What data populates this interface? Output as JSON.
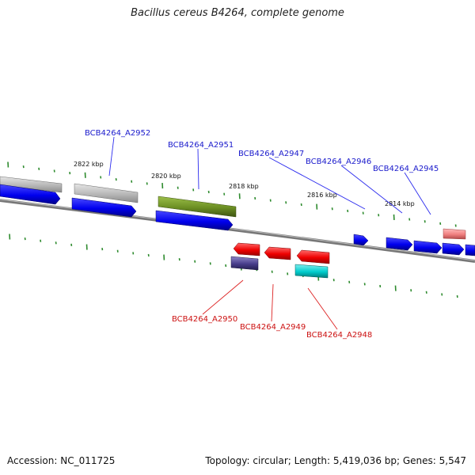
{
  "title": "Bacillus cereus B4264, complete genome",
  "footer": {
    "accession": "Accession: NC_011725",
    "stats": "Topology: circular; Length: 5,419,036 bp; Genes: 5,547"
  },
  "colors": {
    "backbone": "#7a7a7a",
    "tick": "#2e8b2e",
    "forward_label": "#1a1acc",
    "reverse_label": "#cc1111",
    "leader_forward": "#2a2aee",
    "leader_reverse": "#dd2222"
  },
  "position_labels": [
    "2822 kbp",
    "2820 kbp",
    "2818 kbp",
    "2816 kbp",
    "2814 kbp"
  ],
  "forward_genes": [
    {
      "name": "BCB4264_A2952",
      "color": "#b8b8b8"
    },
    {
      "name": "BCB4264_A2951",
      "color": "#6b8e23"
    },
    {
      "name": "BCB4264_A2947",
      "color": "#0000ff"
    },
    {
      "name": "BCB4264_A2946",
      "color": "#0000ff"
    },
    {
      "name": "BCB4264_A2945",
      "color": "#f08080"
    }
  ],
  "reverse_genes": [
    {
      "name": "BCB4264_A2950",
      "color": "#483d8b"
    },
    {
      "name": "BCB4264_A2949",
      "color": "#ff0000"
    },
    {
      "name": "BCB4264_A2948",
      "color": "#00cccc"
    }
  ]
}
